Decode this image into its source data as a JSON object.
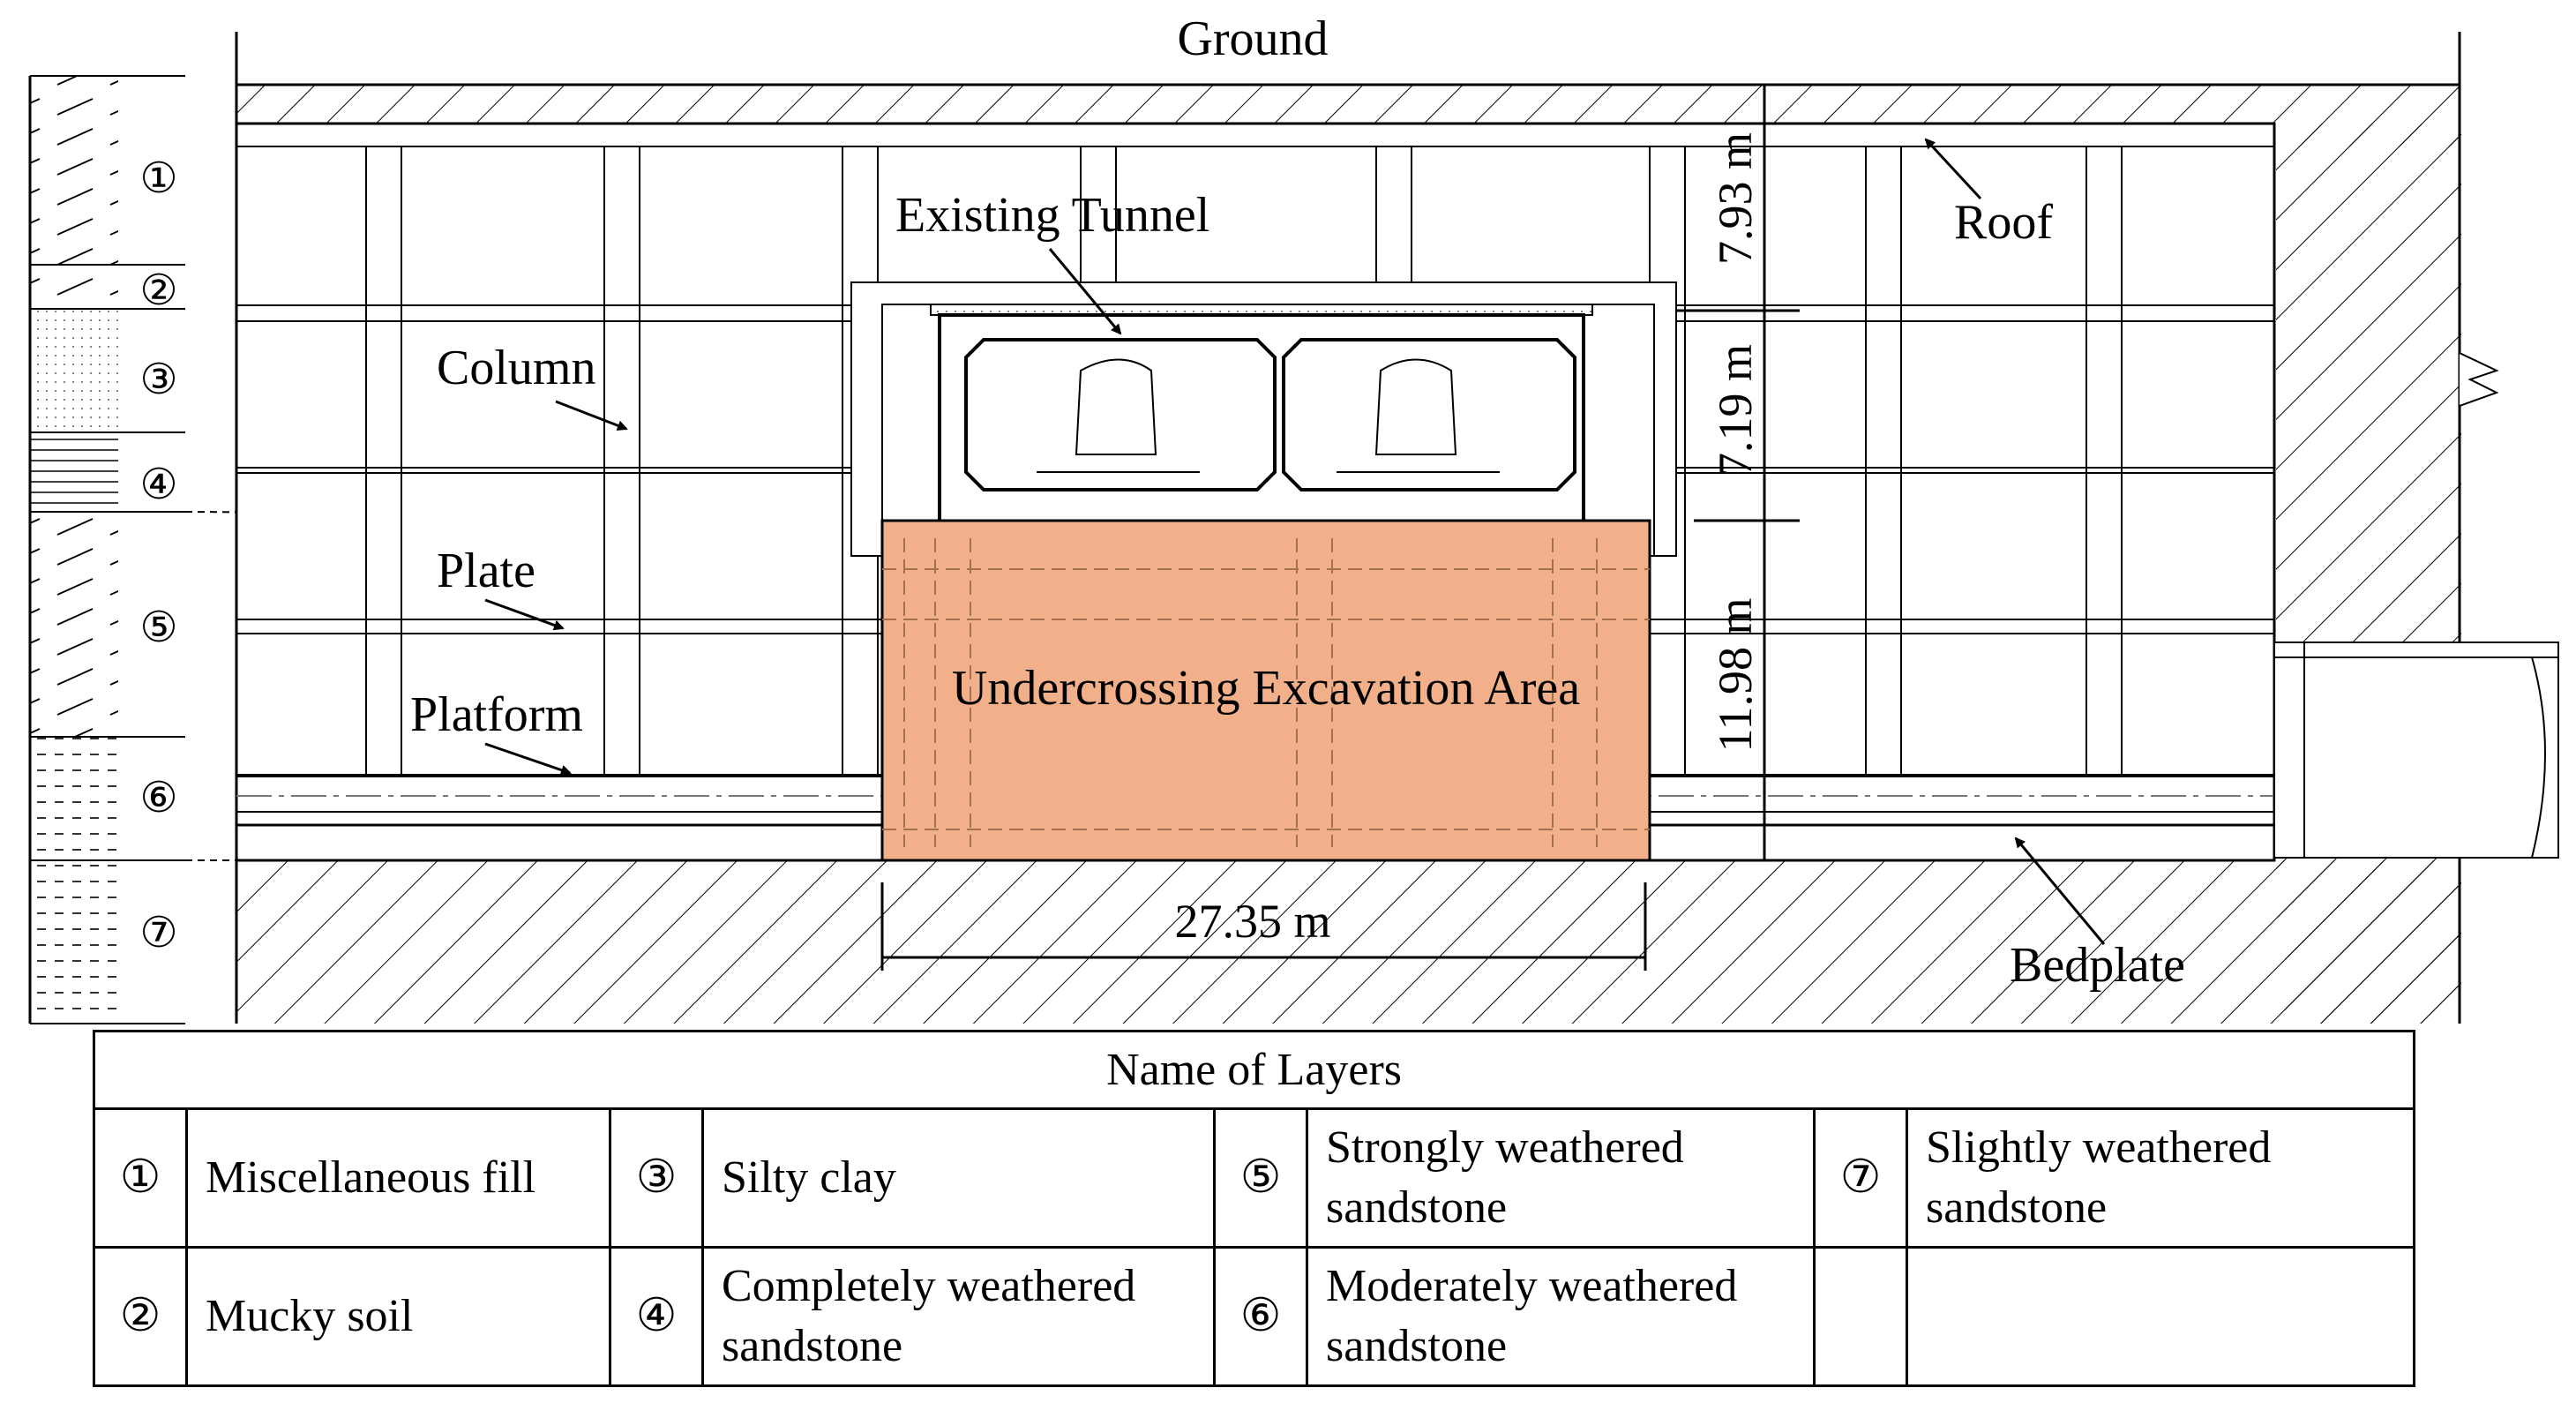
{
  "labels": {
    "ground": "Ground",
    "roof": "Roof",
    "existing_tunnel": "Existing Tunnel",
    "column": "Column",
    "plate": "Plate",
    "platform": "Platform",
    "bedplate": "Bedplate",
    "excavation_area": "Undercrossing Excavation Area"
  },
  "dimensions": {
    "roof_depth": "7.93 m",
    "tunnel_height": "7.19 m",
    "excavation_height": "11.98 m",
    "excavation_width": "27.35 m"
  },
  "layer_markers": [
    "①",
    "②",
    "③",
    "④",
    "⑤",
    "⑥",
    "⑦"
  ],
  "legend": {
    "title": "Name of Layers",
    "rows": [
      [
        {
          "num": "①",
          "name": "Miscellaneous fill"
        },
        {
          "num": "③",
          "name": "Silty clay"
        },
        {
          "num": "⑤",
          "name": "Strongly weathered sandstone"
        },
        {
          "num": "⑦",
          "name": "Slightly weathered sandstone"
        }
      ],
      [
        {
          "num": "②",
          "name": "Mucky soil"
        },
        {
          "num": "④",
          "name": "Completely weathered sandstone"
        },
        {
          "num": "⑥",
          "name": "Moderately weathered sandstone"
        },
        {
          "num": "",
          "name": ""
        }
      ]
    ]
  },
  "colors": {
    "excavation_fill": "#f2b08a",
    "line": "#000000"
  }
}
